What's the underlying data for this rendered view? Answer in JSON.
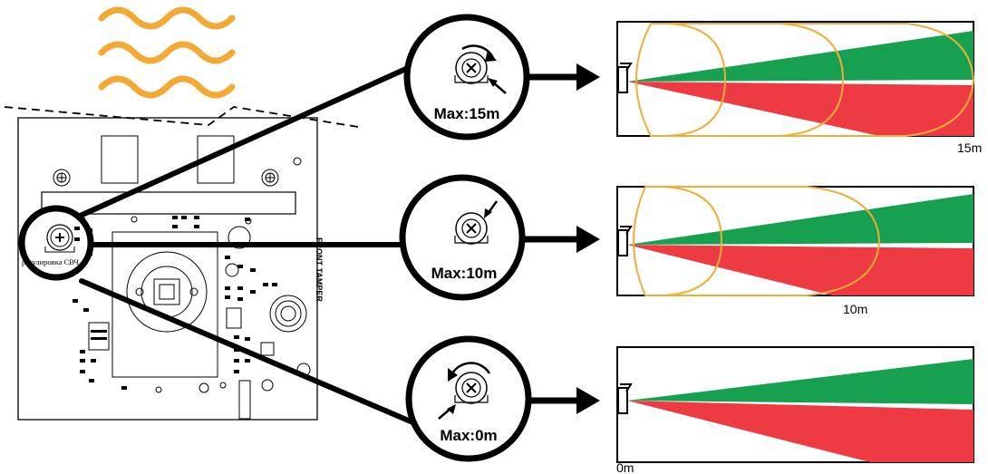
{
  "board": {
    "pot_label": "регулировка СВЧ",
    "tamper_label": "FRONT TAMPER"
  },
  "settings": [
    {
      "label": "Max:15m",
      "range_label": "15m",
      "arcs": 3
    },
    {
      "label": "Max:10m",
      "range_label": "10m",
      "arcs": 2
    },
    {
      "label": "Max:0m",
      "range_label": "0m",
      "arcs": 0
    }
  ],
  "colors": {
    "wave": "#f4a934",
    "green_zone": "#16a050",
    "red_zone": "#ee3a43",
    "arc": "#f2ad35",
    "outline": "#000000"
  }
}
